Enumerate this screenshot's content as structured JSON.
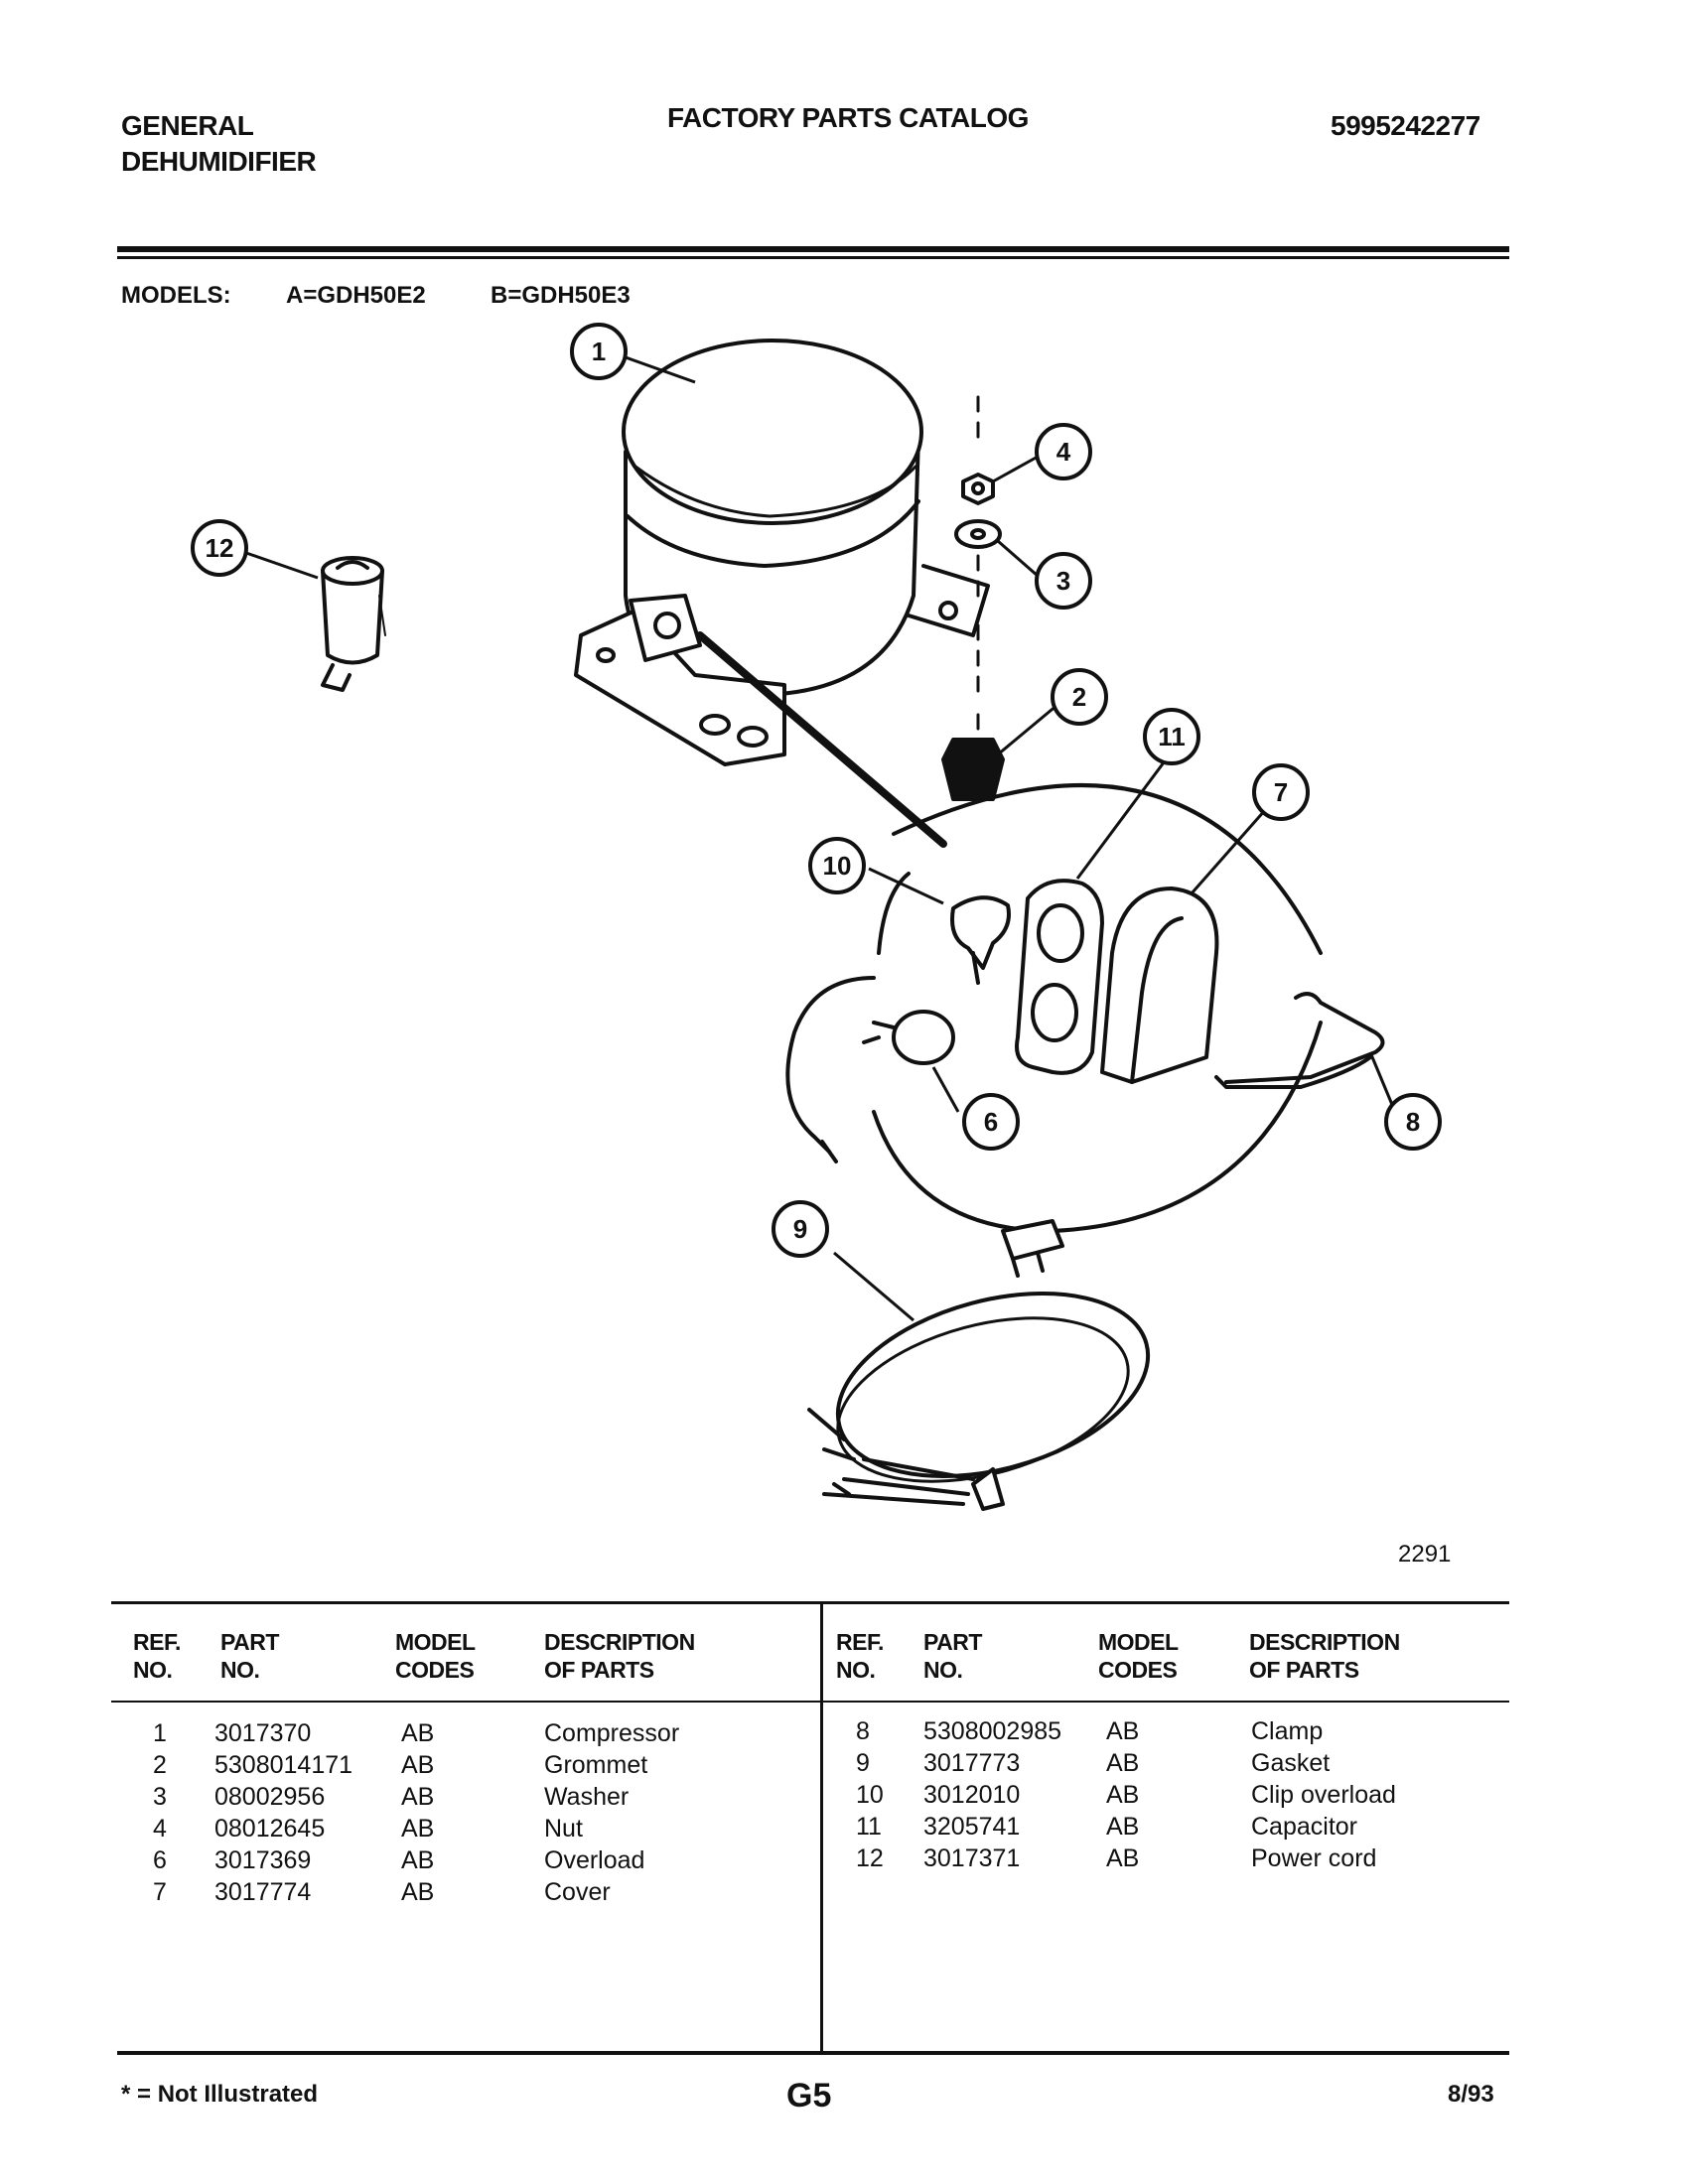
{
  "header": {
    "brand_line1": "GENERAL",
    "brand_line2": "DEHUMIDIFIER",
    "title": "FACTORY PARTS CATALOG",
    "catalog_number": "5995242277"
  },
  "models": {
    "label": "MODELS:",
    "a": "A=GDH50E2",
    "b": "B=GDH50E3"
  },
  "diagram": {
    "callouts": [
      "1",
      "2",
      "3",
      "4",
      "6",
      "7",
      "8",
      "9",
      "10",
      "11",
      "12"
    ],
    "figure_number": "2291"
  },
  "table": {
    "headers": {
      "ref_l1": "REF.",
      "ref_l2": "NO.",
      "part_l1": "PART",
      "part_l2": "NO.",
      "model_l1": "MODEL",
      "model_l2": "CODES",
      "desc_l1": "DESCRIPTION",
      "desc_l2": "OF PARTS"
    },
    "left_rows": [
      {
        "ref": "1",
        "part": "3017370",
        "codes": "AB",
        "desc": "Compressor"
      },
      {
        "ref": "2",
        "part": "5308014171",
        "codes": "AB",
        "desc": "Grommet"
      },
      {
        "ref": "3",
        "part": "08002956",
        "codes": "AB",
        "desc": "Washer"
      },
      {
        "ref": "4",
        "part": "08012645",
        "codes": "AB",
        "desc": "Nut"
      },
      {
        "ref": "6",
        "part": "3017369",
        "codes": "AB",
        "desc": "Overload"
      },
      {
        "ref": "7",
        "part": "3017774",
        "codes": "AB",
        "desc": "Cover"
      }
    ],
    "right_rows": [
      {
        "ref": "8",
        "part": "5308002985",
        "codes": "AB",
        "desc": "Clamp"
      },
      {
        "ref": "9",
        "part": "3017773",
        "codes": "AB",
        "desc": "Gasket"
      },
      {
        "ref": "10",
        "part": "3012010",
        "codes": "AB",
        "desc": "Clip overload"
      },
      {
        "ref": "11",
        "part": "3205741",
        "codes": "AB",
        "desc": "Capacitor"
      },
      {
        "ref": "12",
        "part": "3017371",
        "codes": "AB",
        "desc": "Power cord"
      }
    ]
  },
  "footer": {
    "note": "* = Not Illustrated",
    "page": "G5",
    "date": "8/93"
  }
}
